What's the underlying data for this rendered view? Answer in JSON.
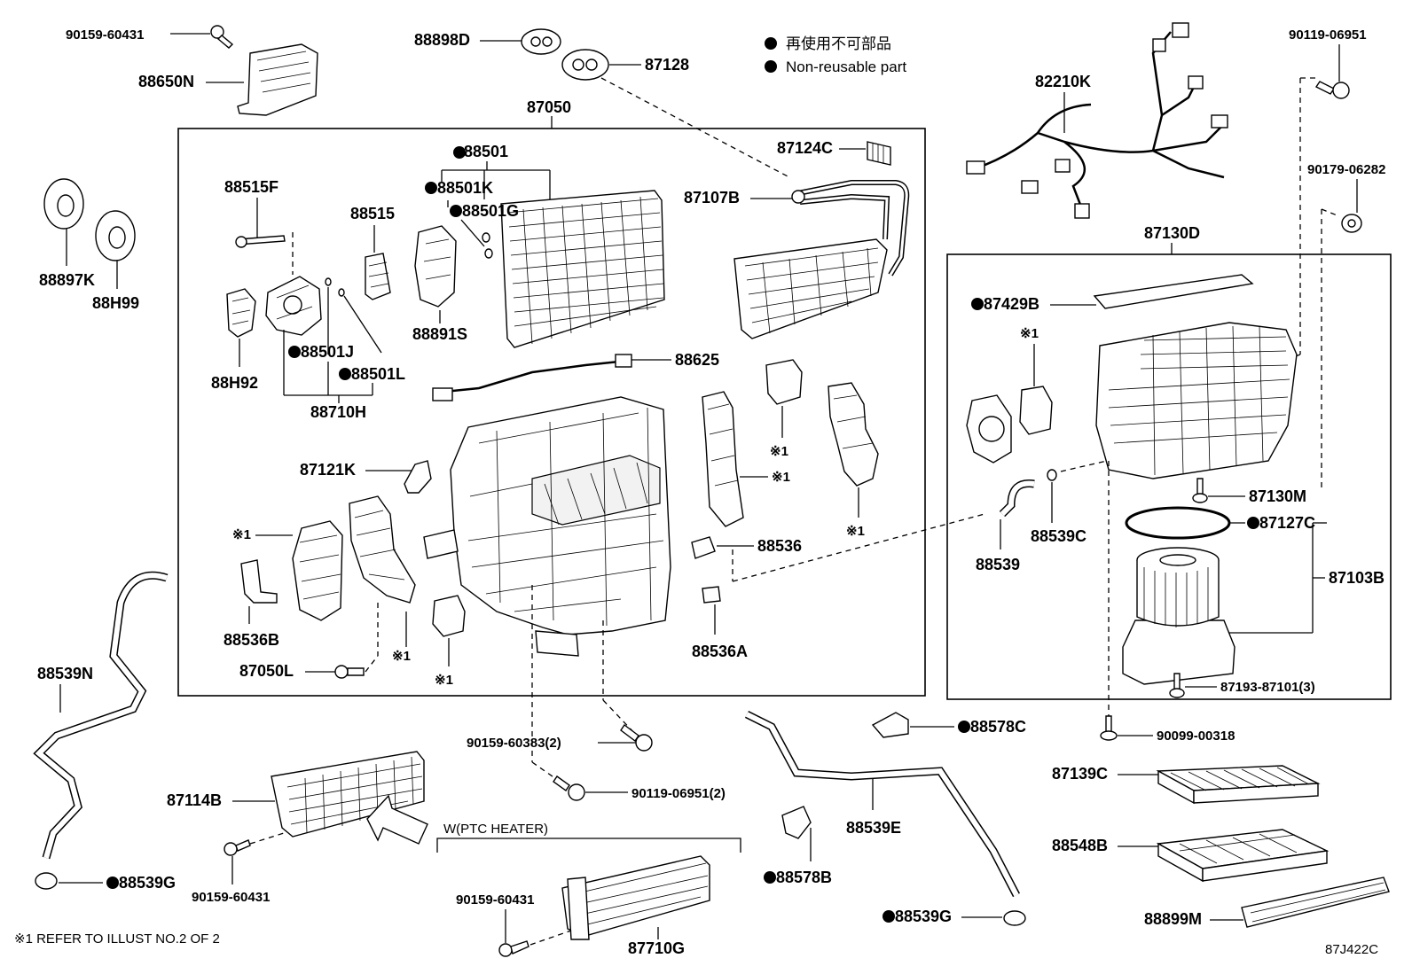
{
  "legend": {
    "jp": "再使用不可部品",
    "en": "Non-reusable part"
  },
  "footnote": "※1 REFER TO ILLUST NO.2 OF 2",
  "figure_code": "87J422C",
  "ptc_caption": "W(PTC HEATER)",
  "ref_mark": "※1",
  "labels": {
    "p90159_60431_top": "90159-60431",
    "p88650N": "88650N",
    "p88898D": "88898D",
    "p87128": "87128",
    "p87050": "87050",
    "p88501": "88501",
    "p87124C": "87124C",
    "p88515F": "88515F",
    "p88501K": "88501K",
    "p88501G": "88501G",
    "p87107B": "87107B",
    "p88515": "88515",
    "p88891S": "88891S",
    "p88501J": "88501J",
    "p88501L": "88501L",
    "p88H92": "88H92",
    "p88710H": "88710H",
    "p88625": "88625",
    "p87121K": "87121K",
    "p88536": "88536",
    "p88536B": "88536B",
    "p88536A": "88536A",
    "p87050L": "87050L",
    "p88897K": "88897K",
    "p88H99": "88H99",
    "p82210K": "82210K",
    "p90119_06951": "90119-06951",
    "p90179_06282": "90179-06282",
    "p87130D": "87130D",
    "p87429B": "87429B",
    "p87130M": "87130M",
    "p88539C": "88539C",
    "p88539": "88539",
    "p87127C": "87127C",
    "p87103B": "87103B",
    "p87193_87101": "87193-87101(3)",
    "p90099_00318": "90099-00318",
    "p87139C": "87139C",
    "p88548B": "88548B",
    "p88899M": "88899M",
    "p88578C": "88578C",
    "p88578B": "88578B",
    "p88539E": "88539E",
    "p88539G_right": "88539G",
    "p88539N": "88539N",
    "p88539G_left": "88539G",
    "p90159_60383": "90159-60383(2)",
    "p90119_06951_2": "90119-06951(2)",
    "p87114B": "87114B",
    "p90159_60431_mid": "90159-60431",
    "p90159_60431_bot": "90159-60431",
    "p87710G": "87710G"
  }
}
